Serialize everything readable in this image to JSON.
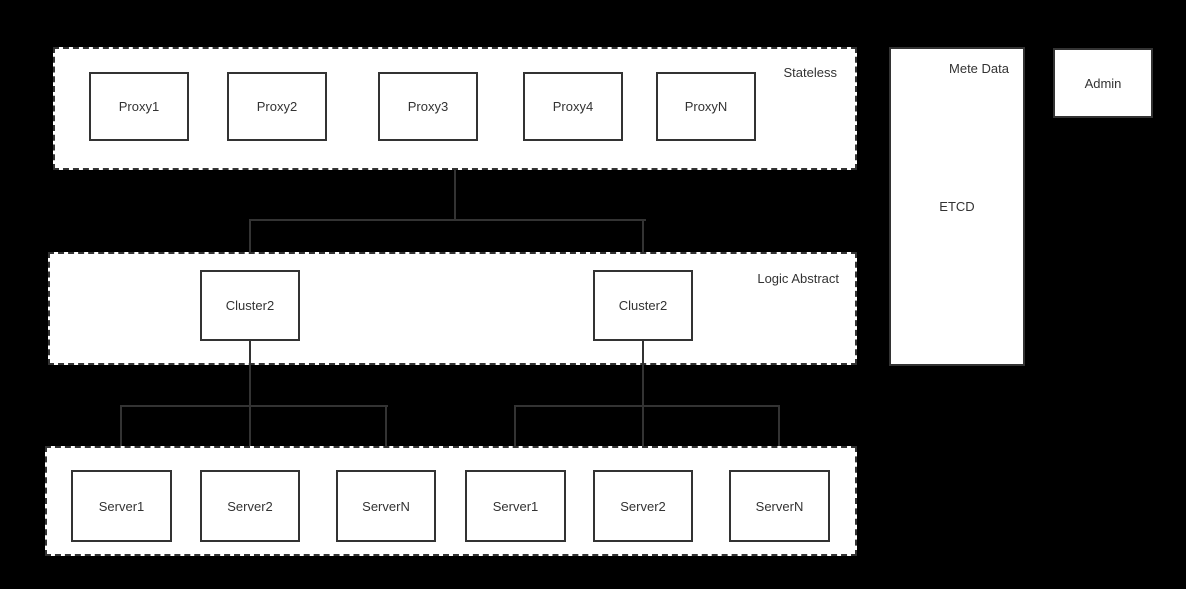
{
  "colors": {
    "background": "#000000",
    "stroke": "#333333",
    "fill": "#ffffff"
  },
  "diagram": {
    "stateless": {
      "label": "Stateless",
      "nodes": [
        "Proxy1",
        "Proxy2",
        "Proxy3",
        "Proxy4",
        "ProxyN"
      ]
    },
    "logic_abstract": {
      "label": "Logic Abstract",
      "clusters": [
        "Cluster2",
        "Cluster2"
      ]
    },
    "servers": {
      "left": [
        "Server1",
        "Server2",
        "ServerN"
      ],
      "right": [
        "Server1",
        "Server2",
        "ServerN"
      ]
    },
    "mete_data": {
      "label": "Mete Data",
      "content": "ETCD"
    },
    "admin": {
      "label": "Admin"
    }
  }
}
